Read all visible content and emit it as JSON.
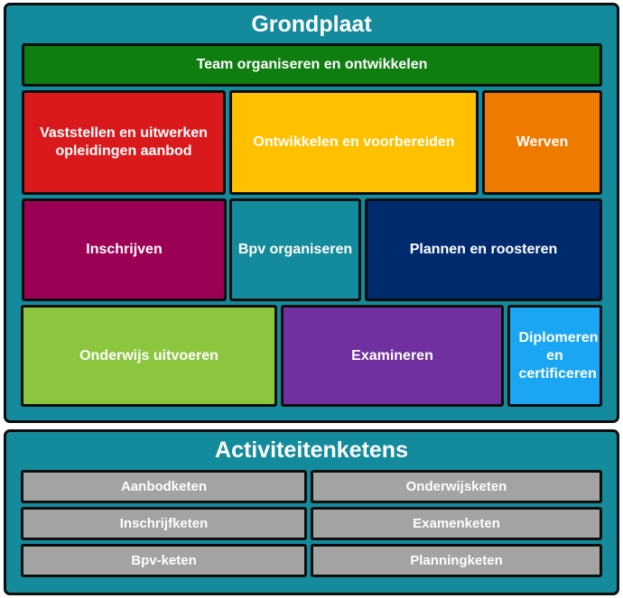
{
  "grondplaat": {
    "title": "Grondplaat",
    "boxes": [
      {
        "label": "Team organiseren en ontwikkelen",
        "color": "#0f7d10"
      },
      {
        "label": "Vaststellen en uitwerken opleidingen aanbod",
        "color": "#d9191c"
      },
      {
        "label": "Ontwikkelen en voorbereiden",
        "color": "#ffc000"
      },
      {
        "label": "Werven",
        "color": "#ee7a00"
      },
      {
        "label": "Inschrijven",
        "color": "#9c0054"
      },
      {
        "label": "Bpv organiseren",
        "color": "#138b9c"
      },
      {
        "label": "Plannen en roosteren",
        "color": "#002a6e"
      },
      {
        "label": "Onderwijs uitvoeren",
        "color": "#8cc63f"
      },
      {
        "label": "Examineren",
        "color": "#7030a0"
      },
      {
        "label": "Diplomeren en certificeren",
        "color": "#1ba6f4"
      }
    ]
  },
  "activiteitenketens": {
    "title": "Activiteitenketens",
    "items": [
      {
        "label": "Aanbodketen"
      },
      {
        "label": "Onderwijsketen"
      },
      {
        "label": "Inschrijfketen"
      },
      {
        "label": "Examenketen"
      },
      {
        "label": "Bpv-keten"
      },
      {
        "label": "Planningketen"
      }
    ]
  },
  "colors": {
    "panel": "#138b9c",
    "chain": "#a3a3a3",
    "border": "#0d0d0d"
  }
}
